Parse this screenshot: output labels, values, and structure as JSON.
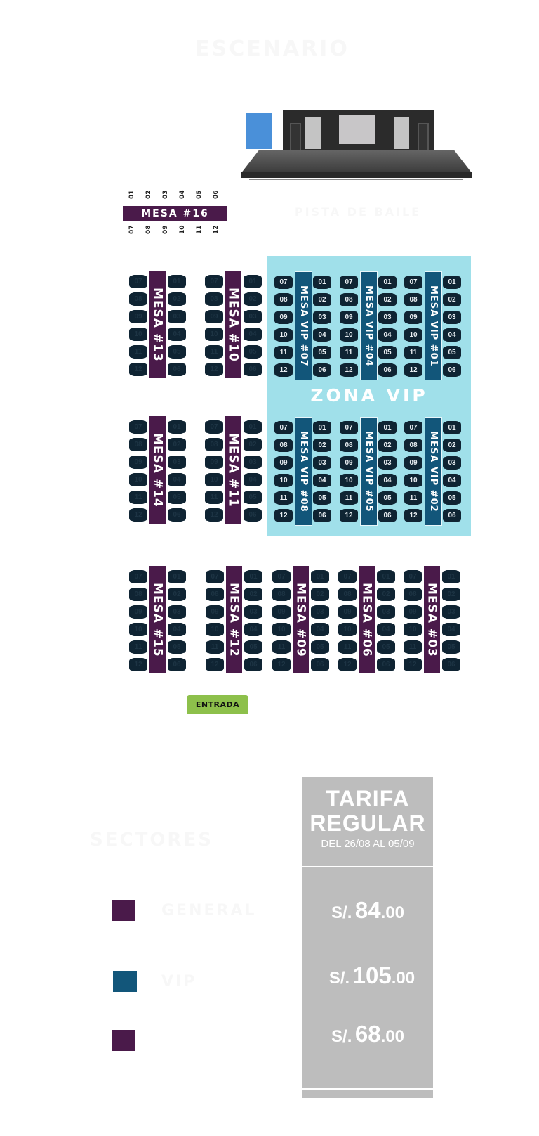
{
  "header": {
    "title": "ESCENARIO"
  },
  "dance_floor": {
    "label": "PISTA DE BAILE"
  },
  "colors": {
    "regular_table": "#4a1a4a",
    "vip_table": "#12567a",
    "vip_zone": "#a0e0ea",
    "chair": "#0f2433",
    "entrance": "#8dc04b",
    "price_box": "#bdbdbd",
    "stage_marker": "#4a90d9"
  },
  "mesa16": {
    "label": "MESA #16",
    "top_seats": [
      "01",
      "02",
      "03",
      "04",
      "05",
      "06"
    ],
    "bottom_seats": [
      "07",
      "08",
      "09",
      "10",
      "11",
      "12"
    ]
  },
  "seat_labels": {
    "left": [
      "07",
      "08",
      "09",
      "10",
      "11",
      "12"
    ],
    "right": [
      "01",
      "02",
      "03",
      "04",
      "05",
      "06"
    ]
  },
  "regular_tables": [
    {
      "label": "MESA #13"
    },
    {
      "label": "MESA #10"
    },
    {
      "label": "MESA #14"
    },
    {
      "label": "MESA #11"
    },
    {
      "label": "MESA #15"
    },
    {
      "label": "MESA #12"
    },
    {
      "label": "MESA #09"
    },
    {
      "label": "MESA #06"
    },
    {
      "label": "MESA #03"
    }
  ],
  "vip_zone": {
    "label": "ZONA VIP",
    "tables": [
      {
        "label": "MESA VIP #07"
      },
      {
        "label": "MESA VIP #04"
      },
      {
        "label": "MESA VIP #01"
      },
      {
        "label": "MESA VIP #08"
      },
      {
        "label": "MESA VIP #05"
      },
      {
        "label": "MESA VIP #02"
      }
    ]
  },
  "entrance": {
    "label": "ENTRADA"
  },
  "legend": {
    "title": "SECTORES",
    "items": [
      {
        "label": "GENERAL",
        "color": "#4a1a4a"
      },
      {
        "label": "VIP",
        "color": "#12567a"
      },
      {
        "label": "",
        "color": "#4a1a4a"
      }
    ]
  },
  "pricing": {
    "title_line1": "TARIFA",
    "title_line2": "REGULAR",
    "date_range": "DEL 26/08 AL 05/09",
    "prices": [
      {
        "currency": "S/.",
        "integer": "84",
        "decimal": ".00"
      },
      {
        "currency": "S/.",
        "integer": "105",
        "decimal": ".00"
      },
      {
        "currency": "S/.",
        "integer": "68",
        "decimal": ".00"
      }
    ]
  }
}
